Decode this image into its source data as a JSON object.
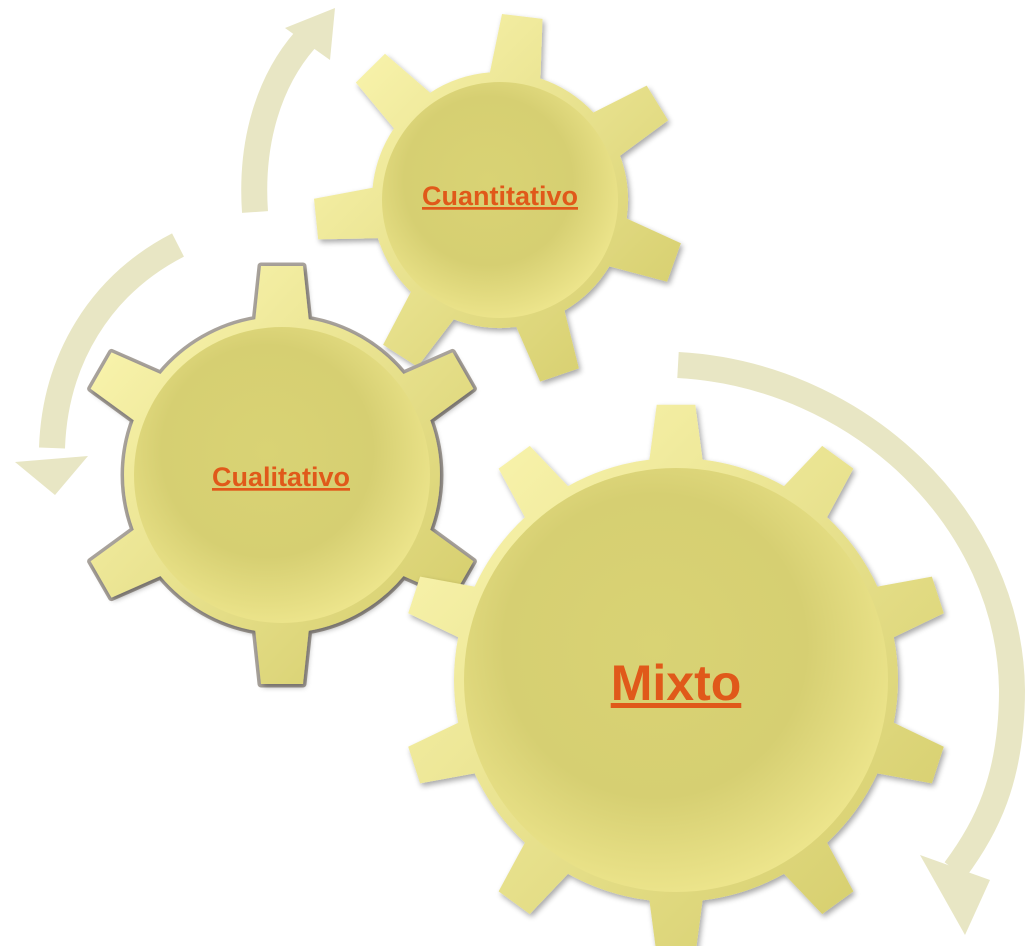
{
  "gears": [
    {
      "id": "cuantitativo",
      "label": "Cuantitativo"
    },
    {
      "id": "cualitativo",
      "label": "Cualitativo"
    },
    {
      "id": "mixto",
      "label": "Mixto"
    }
  ],
  "colors": {
    "gear_fill_light": "#fbf6a8",
    "gear_fill_mid": "#ddd676",
    "gear_fill_dark": "#c8c060",
    "gear_edge": "#a9a39c",
    "arrow": "#e8e6c4",
    "label": "#e0591a",
    "background": "#ffffff"
  }
}
